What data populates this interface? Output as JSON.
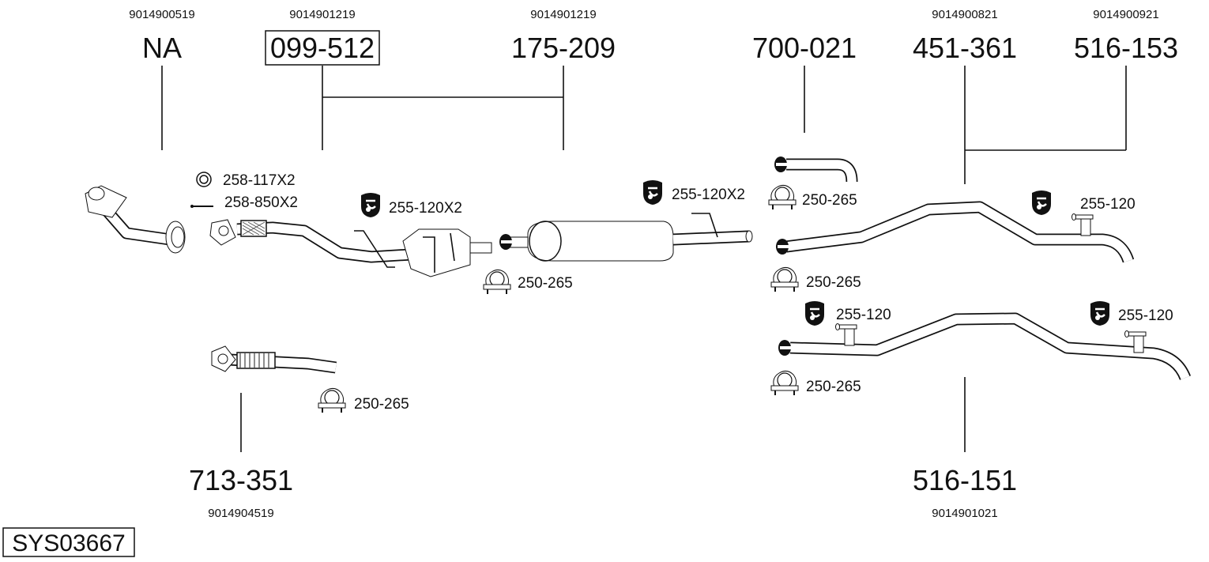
{
  "diagram_id": "SYS03667",
  "top_parts": [
    {
      "code": "9014900519",
      "part": "NA"
    },
    {
      "code": "9014901219",
      "part": "099-512"
    },
    {
      "code": "9014901219",
      "part": "175-209"
    },
    {
      "part": "700-021"
    },
    {
      "code": "9014900821",
      "part": "451-361"
    },
    {
      "code": "9014900921",
      "part": "516-153"
    }
  ],
  "bottom_parts": [
    {
      "code": "9014904519",
      "part": "713-351"
    },
    {
      "code": "9014901021",
      "part": "516-151"
    }
  ],
  "accessories": [
    {
      "label": "258-117X2",
      "icon": "gasket-ring-icon"
    },
    {
      "label": "258-850X2",
      "icon": "bolt-icon"
    },
    {
      "label": "255-120X2",
      "icon": "rubber-mount-icon"
    },
    {
      "label": "250-265",
      "icon": "clamp-icon"
    },
    {
      "label": "255-120X2",
      "icon": "rubber-mount-icon"
    },
    {
      "label": "250-265",
      "icon": "clamp-icon"
    },
    {
      "label": "255-120",
      "icon": "rubber-mount-icon"
    },
    {
      "label": "250-265",
      "icon": "clamp-icon"
    },
    {
      "label": "255-120",
      "icon": "rubber-mount-icon"
    },
    {
      "label": "255-120",
      "icon": "rubber-mount-icon"
    },
    {
      "label": "250-265",
      "icon": "clamp-icon"
    },
    {
      "label": "250-265",
      "icon": "clamp-icon"
    }
  ]
}
